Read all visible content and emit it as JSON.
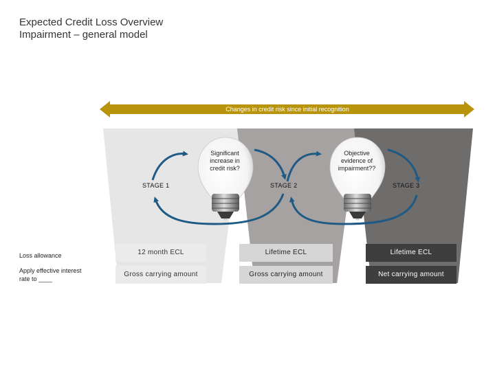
{
  "title": {
    "line1": "Expected Credit Loss Overview",
    "line2": "Impairment – general model"
  },
  "banner": {
    "text": "Changes in credit risk since initial recognition",
    "color": "#b8930c"
  },
  "stages": [
    {
      "label": "STAGE 1",
      "color": "#e6e6e6"
    },
    {
      "label": "STAGE 2",
      "color": "#a6a2a2"
    },
    {
      "label": "STAGE 3",
      "color": "#6f6c6c"
    }
  ],
  "questions": {
    "q1": [
      "Significant",
      "increase in",
      "credit risk?"
    ],
    "q2": [
      "Objective",
      "evidence of",
      "impairment??"
    ]
  },
  "rows": {
    "loss_allowance": "Loss allowance",
    "interest_line1": "Apply effective interest",
    "interest_line2": "rate to ____"
  },
  "cells": {
    "stage1_allowance": "12 month ECL",
    "stage2_allowance": "Lifetime ECL",
    "stage3_allowance": "Lifetime ECL",
    "stage1_interest": "Gross carrying amount",
    "stage2_interest": "Gross carrying amount",
    "stage3_interest": "Net carrying amount"
  },
  "arrow_color": "#1f5a85"
}
